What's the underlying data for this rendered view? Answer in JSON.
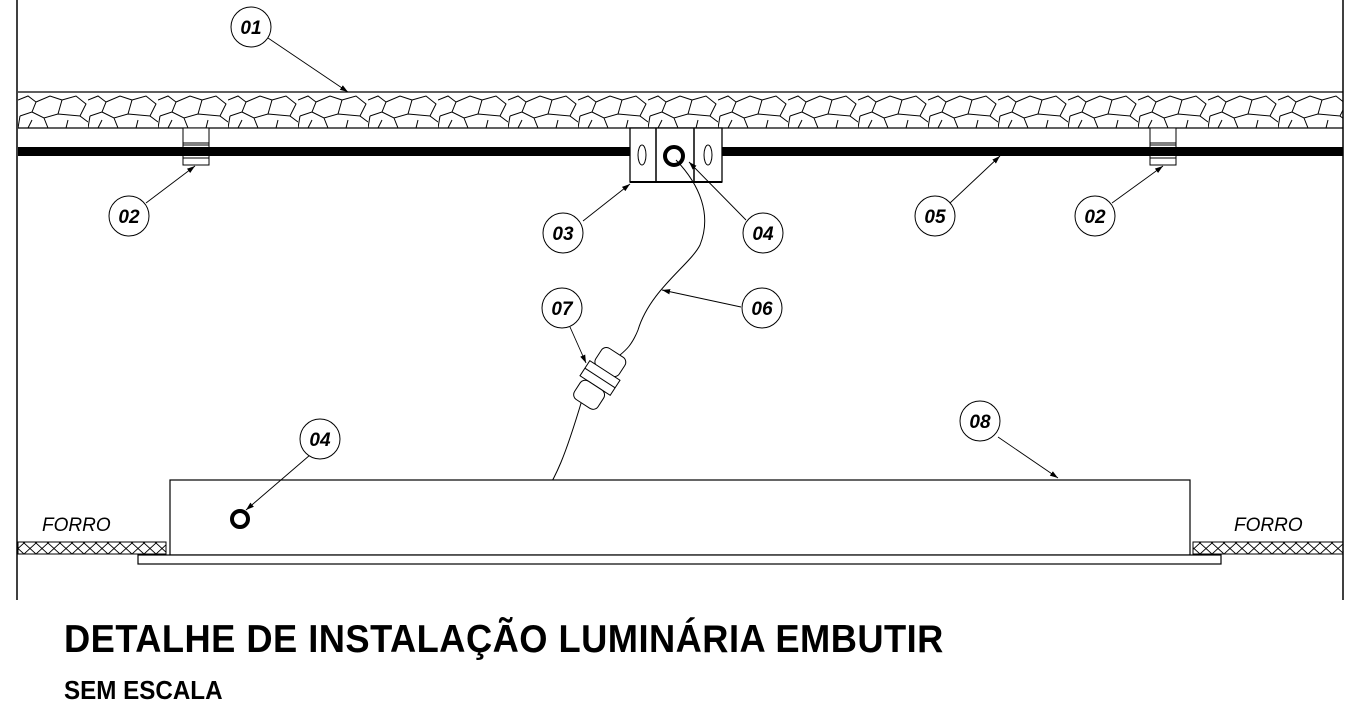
{
  "drawing": {
    "title": "DETALHE DE INSTALAÇÃO LUMINÁRIA EMBUTIR",
    "subtitle": "SEM ESCALA",
    "callouts": {
      "c01": "01",
      "c02_left": "02",
      "c02_right": "02",
      "c03": "03",
      "c04_top": "04",
      "c04_bottom": "04",
      "c05": "05",
      "c06": "06",
      "c07": "07",
      "c08": "08"
    },
    "labels": {
      "forro_left": "FORRO",
      "forro_right": "FORRO"
    },
    "colors": {
      "line": "#000000",
      "background": "#ffffff"
    }
  }
}
